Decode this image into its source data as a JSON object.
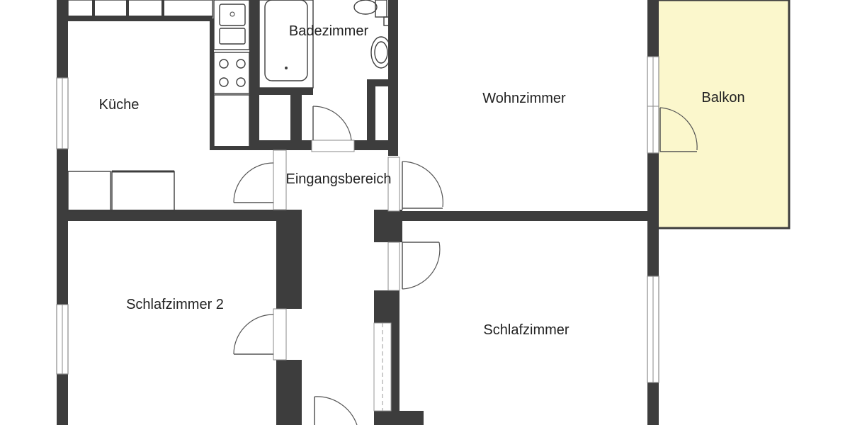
{
  "floorplan": {
    "rooms": [
      {
        "id": "kueche",
        "label": "Küche"
      },
      {
        "id": "badezimmer",
        "label": "Badezimmer"
      },
      {
        "id": "wohnzimmer",
        "label": "Wohnzimmer"
      },
      {
        "id": "balkon",
        "label": "Balkon"
      },
      {
        "id": "eingangsbereich",
        "label": "Eingangsbereich"
      },
      {
        "id": "schlafzimmer2",
        "label": "Schlafzimmer 2"
      },
      {
        "id": "schlafzimmer",
        "label": "Schlafzimmer"
      }
    ],
    "colors": {
      "wall": "#3d3d3d",
      "balcony_fill": "#fbf7cc",
      "background": "#ffffff"
    }
  }
}
